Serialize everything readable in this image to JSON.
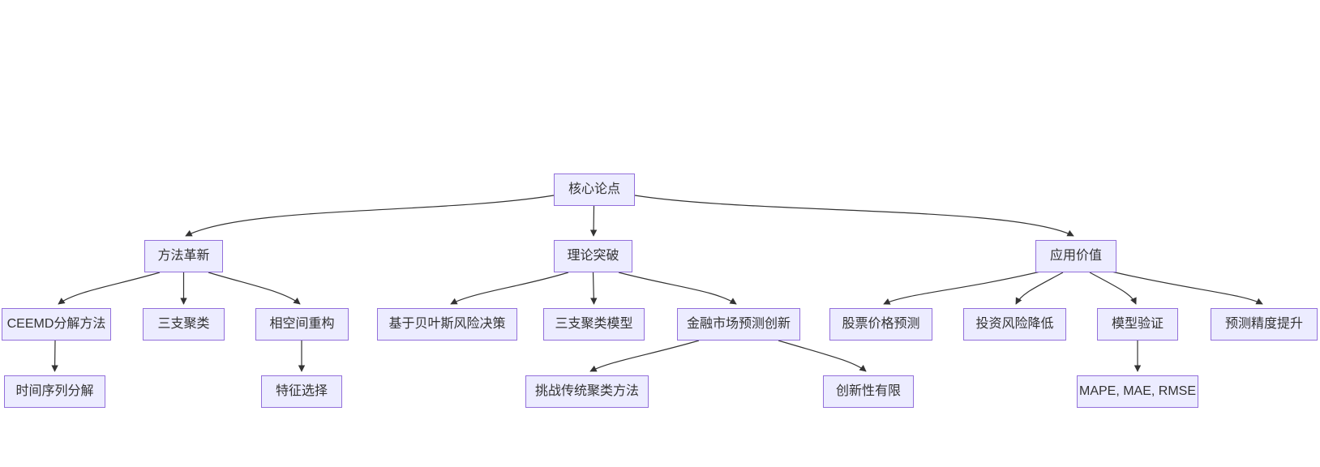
{
  "diagram": {
    "type": "flowchart",
    "direction": "top-down",
    "colors": {
      "background": "#ffffff",
      "node_fill": "#ECECFF",
      "node_border": "#9370DB",
      "node_text": "#333333",
      "edge": "#333333"
    },
    "nodes": [
      {
        "id": "core",
        "level": 1,
        "label": "核心论点"
      },
      {
        "id": "method",
        "level": 2,
        "label": "方法革新"
      },
      {
        "id": "theory",
        "level": 2,
        "label": "理论突破"
      },
      {
        "id": "application",
        "level": 2,
        "label": "应用价值"
      },
      {
        "id": "ceemd",
        "level": 3,
        "label": "CEEMD分解方法"
      },
      {
        "id": "threeway",
        "level": 3,
        "label": "三支聚类"
      },
      {
        "id": "phase",
        "level": 3,
        "label": "相空间重构"
      },
      {
        "id": "bayes",
        "level": 3,
        "label": "基于贝叶斯风险决策"
      },
      {
        "id": "twcmodel",
        "level": 3,
        "label": "三支聚类模型"
      },
      {
        "id": "finmarket",
        "level": 3,
        "label": "金融市场预测创新"
      },
      {
        "id": "stock",
        "level": 3,
        "label": "股票价格预测"
      },
      {
        "id": "risk",
        "level": 3,
        "label": "投资风险降低"
      },
      {
        "id": "validation",
        "level": 3,
        "label": "模型验证"
      },
      {
        "id": "accuracy",
        "level": 3,
        "label": "预测精度提升"
      },
      {
        "id": "tsdecomp",
        "level": 4,
        "label": "时间序列分解"
      },
      {
        "id": "feature",
        "level": 4,
        "label": "特征选择"
      },
      {
        "id": "challenge",
        "level": 4,
        "label": "挑战传统聚类方法"
      },
      {
        "id": "limited",
        "level": 4,
        "label": "创新性有限"
      },
      {
        "id": "metrics",
        "level": 4,
        "label": "MAPE, MAE, RMSE"
      }
    ],
    "edges": [
      {
        "from": "core",
        "to": "method"
      },
      {
        "from": "core",
        "to": "theory"
      },
      {
        "from": "core",
        "to": "application"
      },
      {
        "from": "method",
        "to": "ceemd"
      },
      {
        "from": "method",
        "to": "threeway"
      },
      {
        "from": "method",
        "to": "phase"
      },
      {
        "from": "theory",
        "to": "bayes"
      },
      {
        "from": "theory",
        "to": "twcmodel"
      },
      {
        "from": "theory",
        "to": "finmarket"
      },
      {
        "from": "application",
        "to": "stock"
      },
      {
        "from": "application",
        "to": "risk"
      },
      {
        "from": "application",
        "to": "validation"
      },
      {
        "from": "application",
        "to": "accuracy"
      },
      {
        "from": "ceemd",
        "to": "tsdecomp"
      },
      {
        "from": "phase",
        "to": "feature"
      },
      {
        "from": "finmarket",
        "to": "challenge"
      },
      {
        "from": "finmarket",
        "to": "limited"
      },
      {
        "from": "validation",
        "to": "metrics"
      }
    ]
  }
}
